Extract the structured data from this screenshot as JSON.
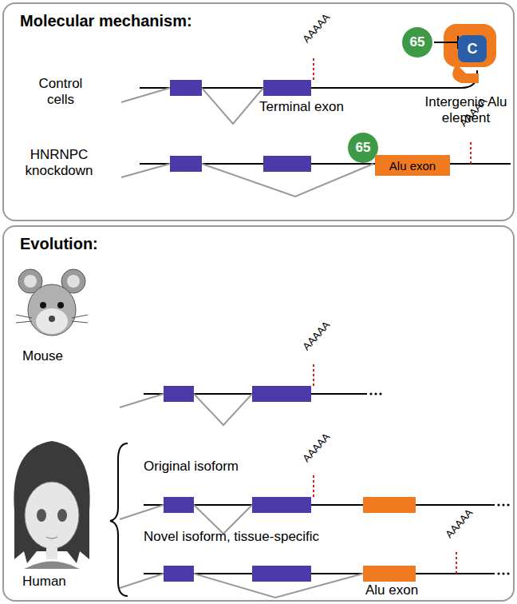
{
  "diagram": {
    "nodes": [
      {
        "text": [
          "Molecular mechanism:"
        ]
      },
      {
        "text": [
          "65"
        ],
        "in": 0
      },
      {
        "text": [
          "C"
        ],
        "in": 0
      },
      {
        "text": [
          "65"
        ],
        "in": 0
      },
      {
        "text": [
          "Alu exon"
        ],
        "in": 0
      },
      {
        "text": [
          "Evolution:"
        ]
      }
    ],
    "edges": [
      {
        "from": 1,
        "to": 2,
        "arrow": "to"
      }
    ],
    "labels": [
      "Control cells",
      "Terminal exon",
      "AAAAA",
      "Intergenic Alu element",
      "HNRNPC knockdown",
      "AAAAA",
      "Mouse",
      "AAAAA",
      "Human",
      "Original isoform",
      "AAAAA",
      "Novel isoform, tissue-specific",
      "Alu exon",
      "AAAAA"
    ]
  }
}
